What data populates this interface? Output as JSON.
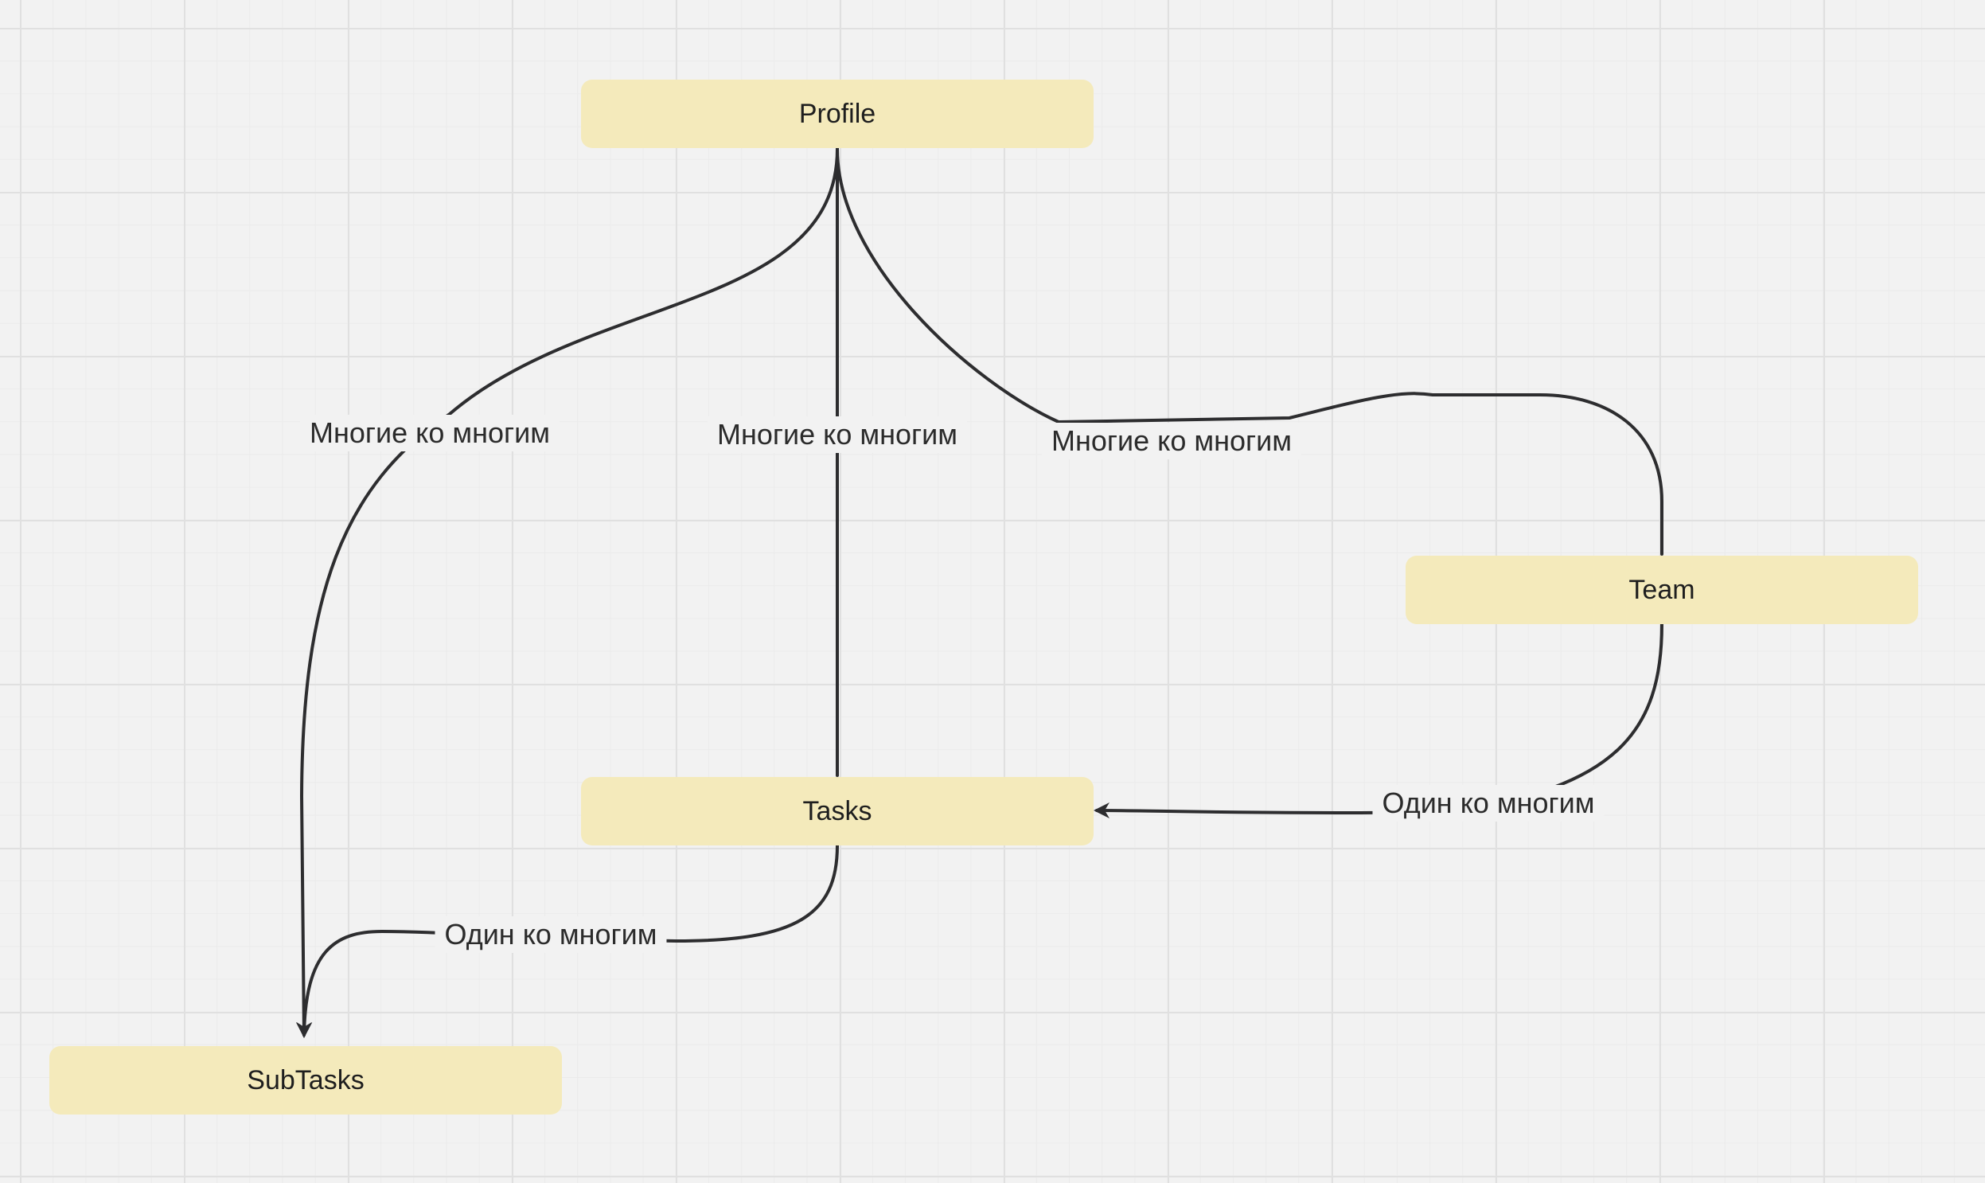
{
  "nodes": {
    "profile": "Profile",
    "team": "Team",
    "tasks": "Tasks",
    "subtasks": "SubTasks"
  },
  "edges": {
    "profile_subtasks": "Многие ко многим",
    "profile_tasks": "Многие ко многим",
    "profile_team": "Многие ко многим",
    "team_tasks": "Один ко многим",
    "tasks_subtasks": "Один ко многим"
  },
  "colors": {
    "canvas": "#f2f2f2",
    "node_fill": "#f4eabb",
    "connector": "#2d2d2f"
  }
}
